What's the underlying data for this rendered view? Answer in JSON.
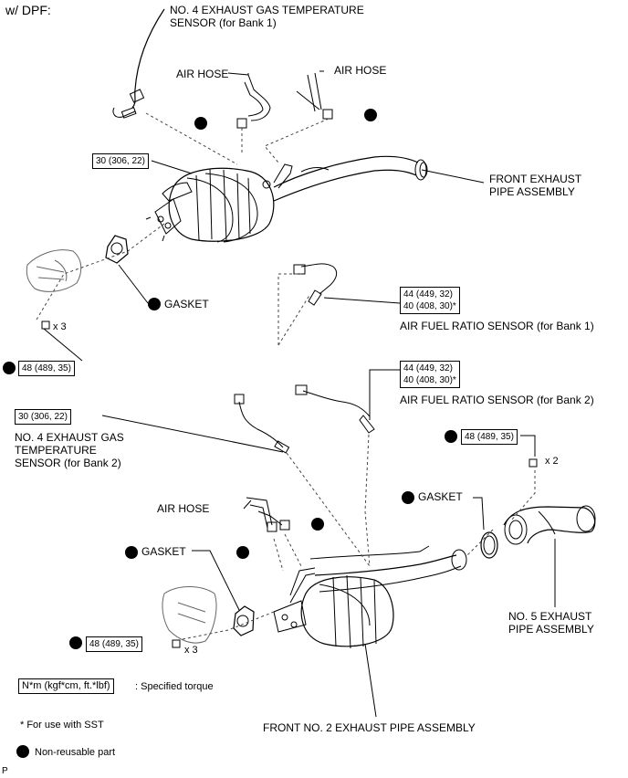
{
  "header": {
    "variant": "w/ DPF:"
  },
  "labels": {
    "no4_sensor_bank1": [
      "NO. 4 EXHAUST GAS TEMPERATURE",
      "SENSOR (for Bank 1)"
    ],
    "air_hose_1": "AIR HOSE",
    "air_hose_2": "AIR HOSE",
    "front_exhaust_pipe": [
      "FRONT EXHAUST",
      "PIPE ASSEMBLY"
    ],
    "gasket_1": "GASKET",
    "afr_bank1": "AIR FUEL RATIO SENSOR (for Bank 1)",
    "afr_bank2": "AIR FUEL RATIO SENSOR (for Bank 2)",
    "no4_sensor_bank2": [
      "NO. 4 EXHAUST GAS",
      "TEMPERATURE",
      "SENSOR (for Bank 2)"
    ],
    "gasket_2": "GASKET",
    "air_hose_3": "AIR HOSE",
    "gasket_3": "GASKET",
    "no5_exhaust_pipe": [
      "NO. 5 EXHAUST",
      "PIPE ASSEMBLY"
    ],
    "front_no2_pipe": "FRONT NO. 2 EXHAUST PIPE ASSEMBLY"
  },
  "torque": {
    "t1": "30 (306, 22)",
    "t2": [
      "44 (449, 32)",
      "40 (408, 30)*"
    ],
    "t3": "48 (489, 35)",
    "t4": [
      "44 (449, 32)",
      "40 (408, 30)*"
    ],
    "t5": "30 (306, 22)",
    "t6": "48 (489, 35)",
    "t7": "48 (489, 35)"
  },
  "multipliers": {
    "m1": "x 3",
    "m2": "x 2",
    "m3": "x 3"
  },
  "legend": {
    "unit_box": "N*m (kgf*cm, ft.*lbf)",
    "unit_desc": ": Specified torque",
    "sst_note": "* For use with SST",
    "nonreusable": "Non-reusable part"
  },
  "footer": {
    "code": "P"
  }
}
